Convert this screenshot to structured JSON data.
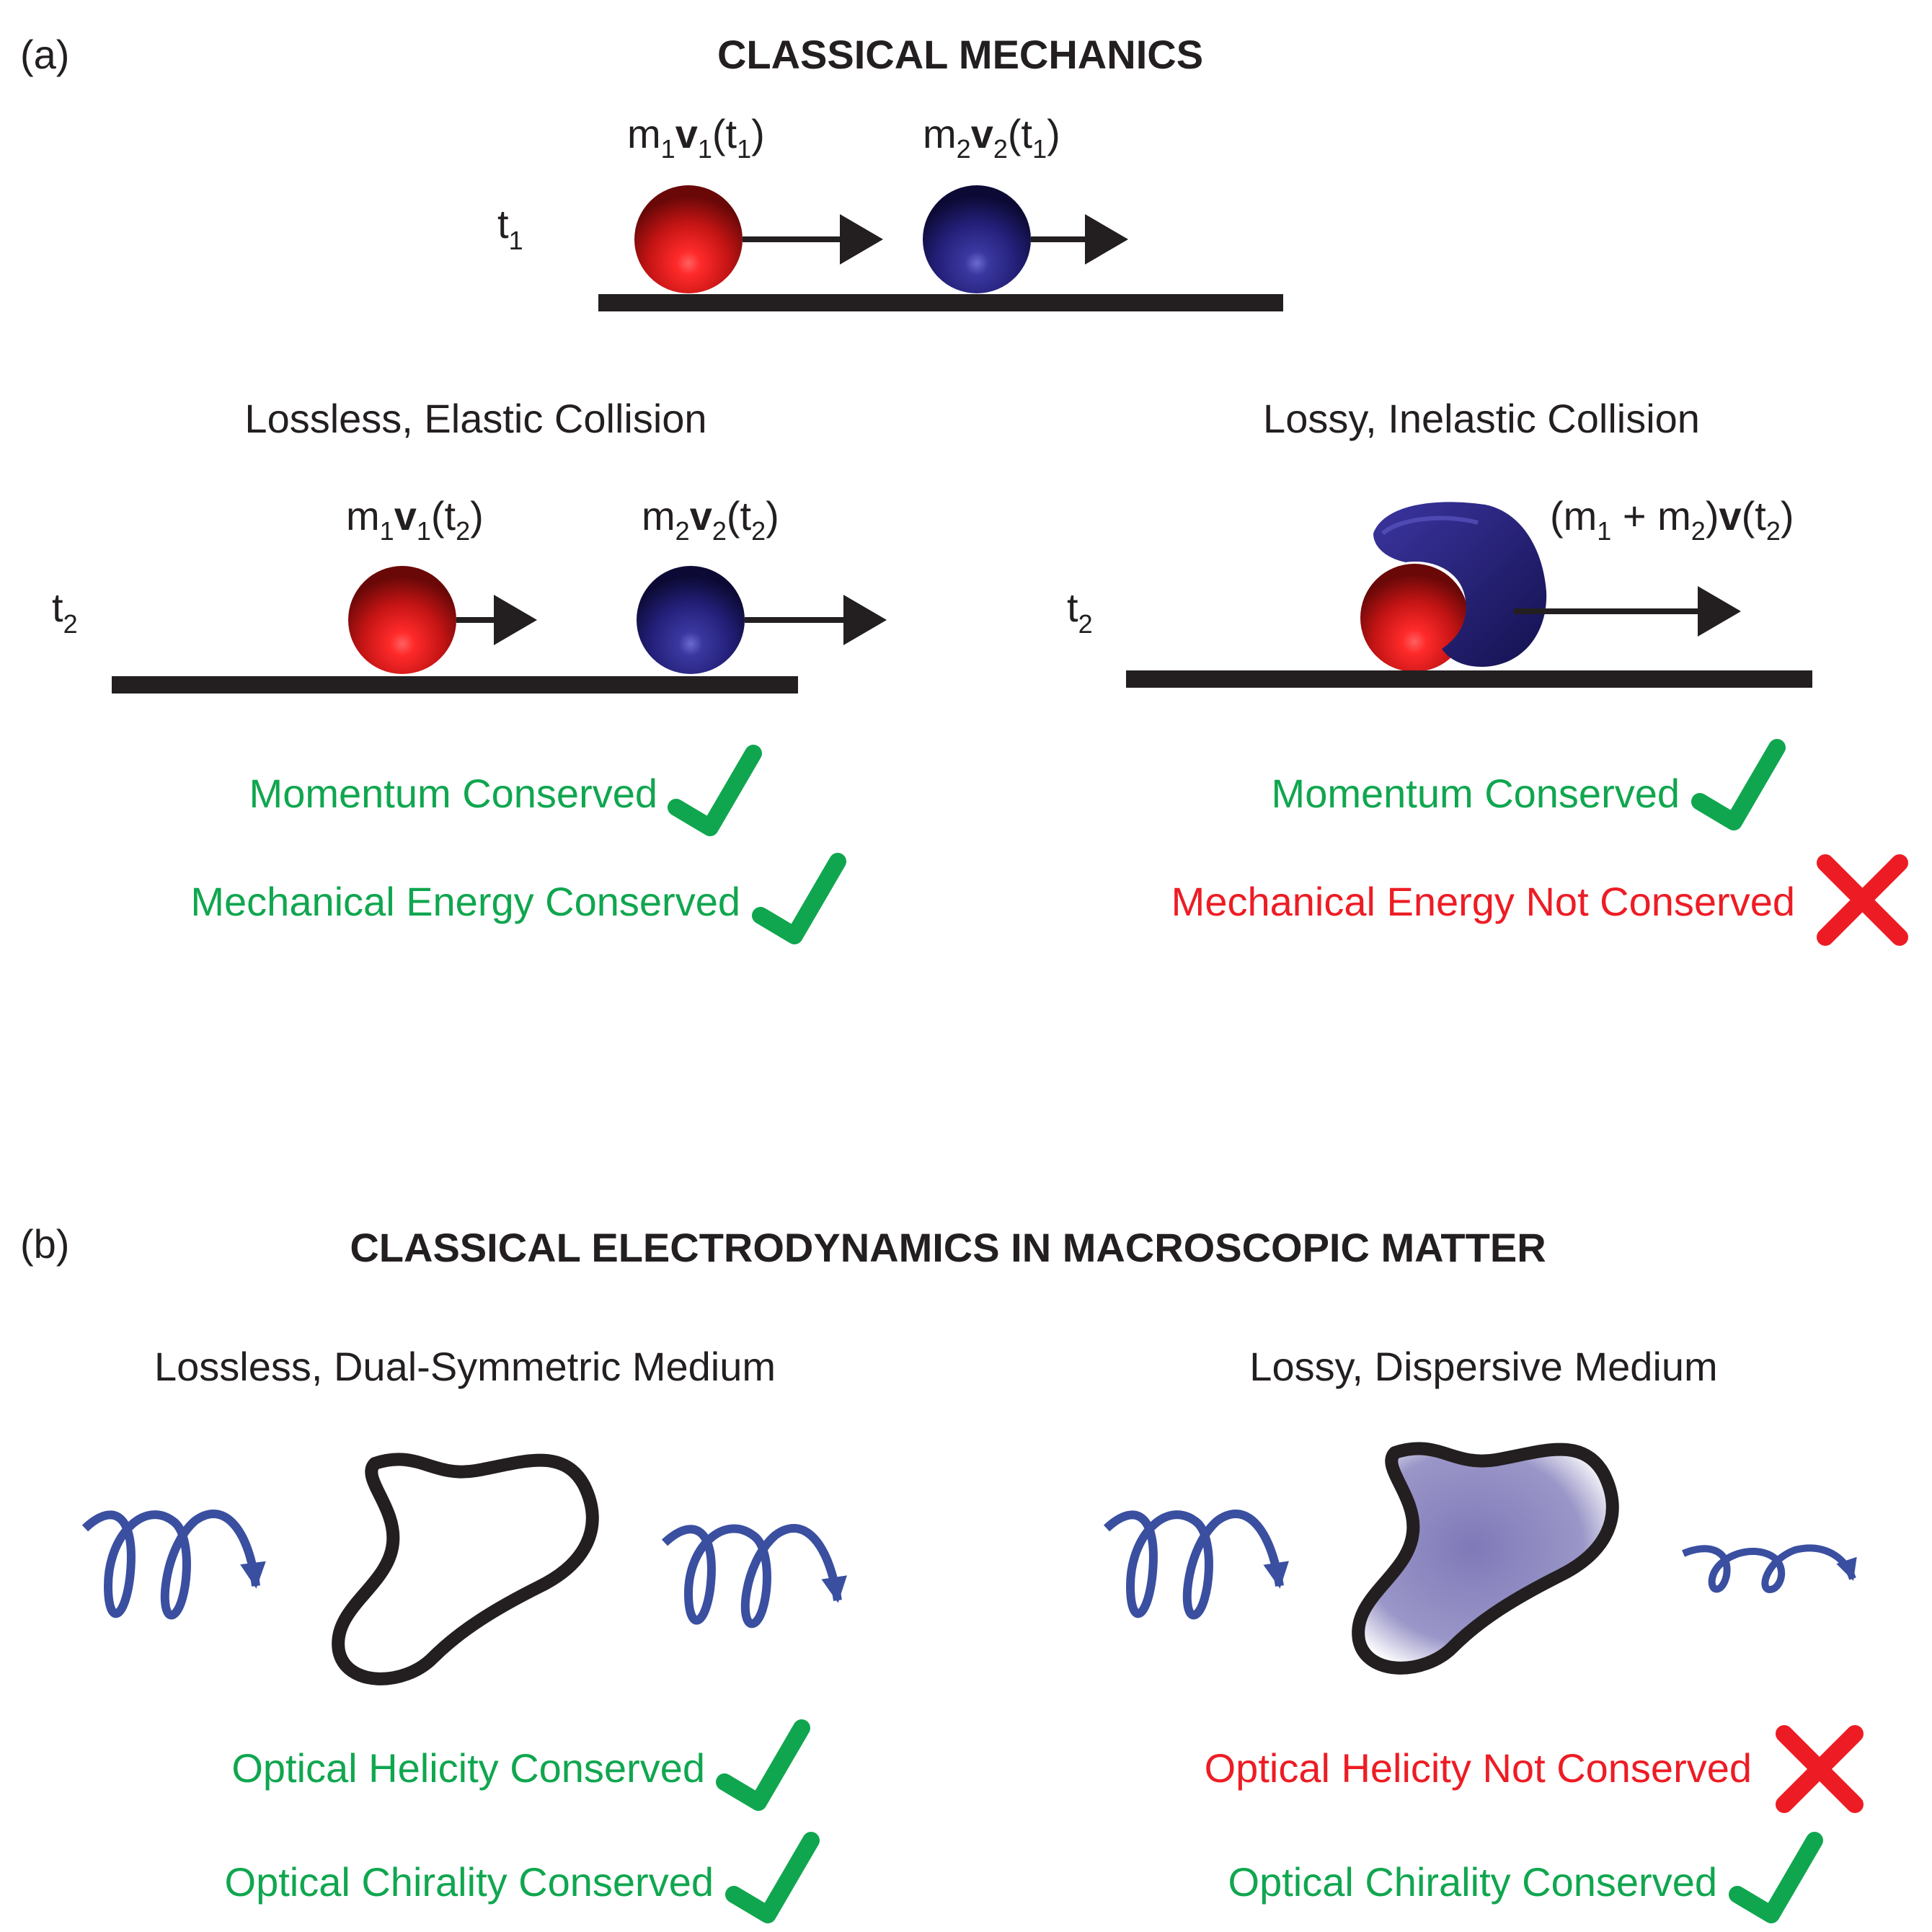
{
  "panel_a": {
    "letter": "(a)",
    "title": "CLASSICAL MECHANICS",
    "t1": {
      "base": "t",
      "sub": "1"
    },
    "top_labels": {
      "ball1": {
        "m": "m",
        "m_sub": "1",
        "v": "v",
        "v_sub": "1",
        "t_open": "(t",
        "t_sub": "1",
        "t_close": ")"
      },
      "ball2": {
        "m": "m",
        "m_sub": "2",
        "v": "v",
        "v_sub": "2",
        "t_open": "(t",
        "t_sub": "1",
        "t_close": ")"
      }
    },
    "left": {
      "heading": "Lossless, Elastic Collision",
      "t2": {
        "base": "t",
        "sub": "2"
      },
      "ball1": {
        "m": "m",
        "m_sub": "1",
        "v": "v",
        "v_sub": "1",
        "t_open": "(t",
        "t_sub": "2",
        "t_close": ")"
      },
      "ball2": {
        "m": "m",
        "m_sub": "2",
        "v": "v",
        "v_sub": "2",
        "t_open": "(t",
        "t_sub": "2",
        "t_close": ")"
      },
      "statements": [
        {
          "text": "Momentum Conserved",
          "status": "check"
        },
        {
          "text": "Mechanical Energy Conserved",
          "status": "check"
        }
      ]
    },
    "right": {
      "heading": "Lossy, Inelastic Collision",
      "t2": {
        "base": "t",
        "sub": "2"
      },
      "combined": {
        "open": "(m",
        "sub1": "1",
        "plus": " + m",
        "sub2": "2",
        "close": ")",
        "v": "v",
        "t_open": "(t",
        "t_sub": "2",
        "t_close": ")"
      },
      "statements": [
        {
          "text": "Momentum Conserved",
          "status": "check"
        },
        {
          "text": "Mechanical Energy Not Conserved",
          "status": "cross"
        }
      ]
    }
  },
  "panel_b": {
    "letter": "(b)",
    "title": "CLASSICAL ELECTRODYNAMICS IN  MACROSCOPIC MATTER",
    "left": {
      "heading": "Lossless, Dual-Symmetric Medium",
      "statements": [
        {
          "text": "Optical Helicity Conserved",
          "status": "check"
        },
        {
          "text": "Optical Chirality Conserved",
          "status": "check"
        }
      ]
    },
    "right": {
      "heading": "Lossy, Dispersive Medium",
      "statements": [
        {
          "text": "Optical Helicity Not Conserved",
          "status": "cross"
        },
        {
          "text": "Optical Chirality Conserved",
          "status": "check"
        }
      ]
    }
  },
  "colors": {
    "conserved": "#10a64f",
    "not_conserved": "#ed1c24",
    "ink": "#231f20",
    "ball_red": "#e02020",
    "ball_blue": "#2b2a8a",
    "helix": "#3a4fa0"
  },
  "icons": [
    "check-icon",
    "cross-icon",
    "arrow-icon",
    "helix-icon"
  ]
}
